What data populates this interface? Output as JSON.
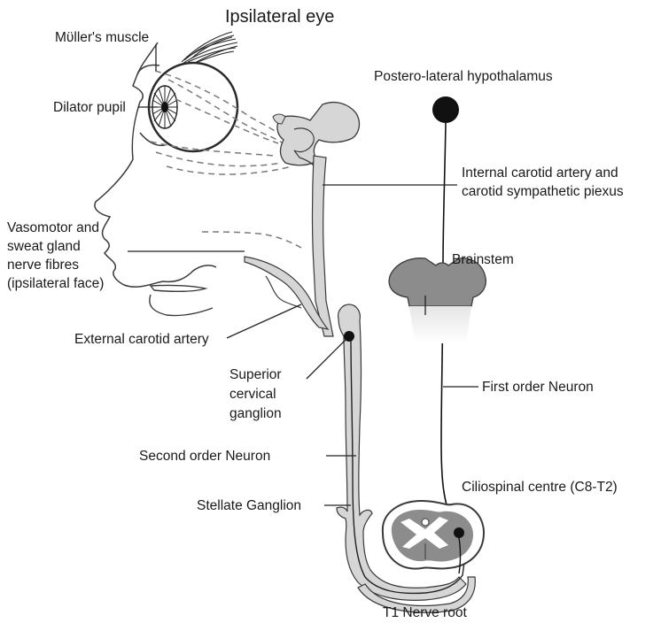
{
  "title": "Ipsilateral eye",
  "labels": {
    "muller": "Mϋller's muscle",
    "dilator": "Dilator pupil",
    "hypothalamus": "Postero-lateral hypothalamus",
    "ica_line1": "Internal carotid artery and",
    "ica_line2": "carotid sympathetic piexus",
    "vaso_line1": "Vasomotor and",
    "vaso_line2": "sweat gland",
    "vaso_line3": "nerve fibres",
    "vaso_line4": "(ipsilateral face)",
    "brainstem": "Brainstem",
    "external_carotid": "External carotid artery",
    "scg_line1": "Superior",
    "scg_line2": "cervical",
    "scg_line3": "ganglion",
    "first_order": "First order Neuron",
    "second_order": "Second order Neuron",
    "ciliospinal": "Ciliospinal centre (C8-T2)",
    "stellate": "Stellate Ganglion",
    "t1_root": "T1 Nerve root"
  },
  "colors": {
    "structure_fill": "#d6d6d6",
    "brainstem_fill": "#8c8c8c",
    "outline": "#3a3a3a",
    "nerve": "#111111",
    "background": "#ffffff"
  }
}
